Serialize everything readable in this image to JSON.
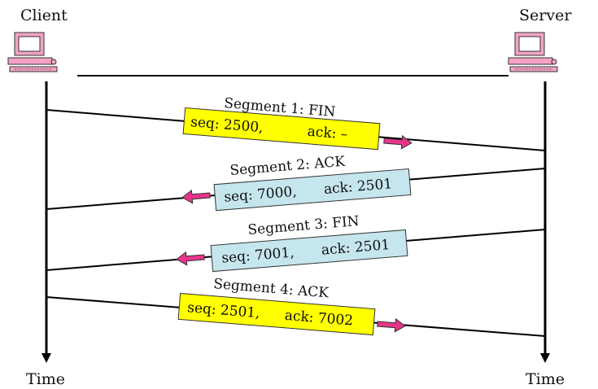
{
  "hosts": {
    "client": {
      "label": "Client",
      "time_label": "Time"
    },
    "server": {
      "label": "Server",
      "time_label": "Time"
    }
  },
  "colors": {
    "fin_box": "#ffff00",
    "ack_box": "#c6e6ee",
    "arrow": "#e8358a",
    "computer": "#f4a3c6",
    "line": "#000000"
  },
  "segments": [
    {
      "title": "Segment 1: FIN",
      "seq": "seq: 2500,",
      "ack": "ack: –",
      "direction": "client-to-server",
      "type": "FIN"
    },
    {
      "title": "Segment 2: ACK",
      "seq": "seq: 7000,",
      "ack": "ack: 2501",
      "direction": "server-to-client",
      "type": "ACK"
    },
    {
      "title": "Segment 3: FIN",
      "seq": "seq: 7001,",
      "ack": "ack: 2501",
      "direction": "server-to-client",
      "type": "FIN"
    },
    {
      "title": "Segment 4: ACK",
      "seq": "seq: 2501,",
      "ack": "ack: 7002",
      "direction": "client-to-server",
      "type": "ACK"
    }
  ]
}
